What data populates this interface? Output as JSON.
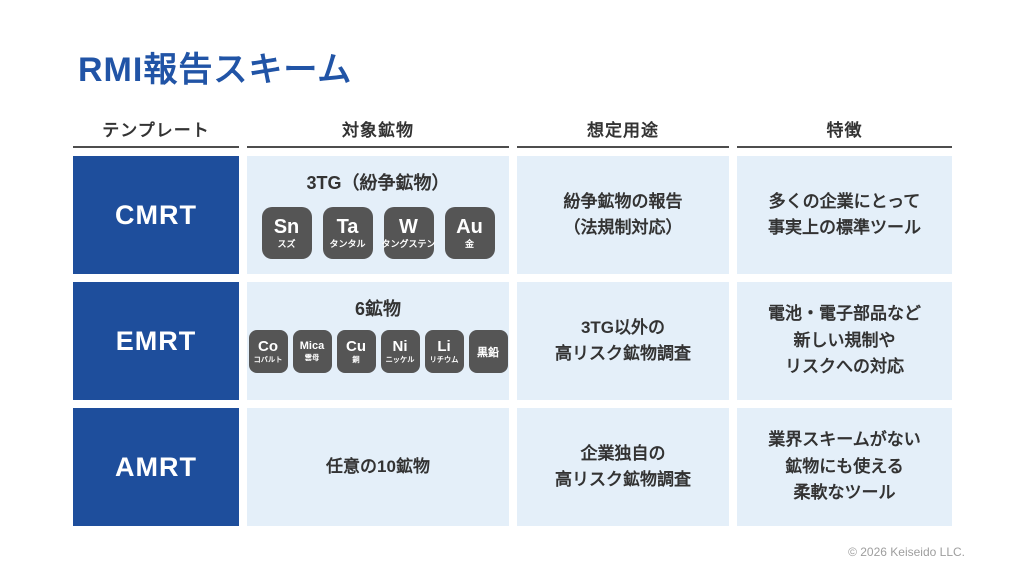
{
  "title": "RMI報告スキーム",
  "footer": "© 2026 Keiseido LLC.",
  "colors": {
    "title_blue": "#2154a6",
    "template_box_blue": "#1e4e9c",
    "cell_light_blue": "#e4eff9",
    "tile_gray": "#555555",
    "header_underline": "#4d4d4d",
    "body_text": "#333333",
    "footer_gray": "#9e9e9e"
  },
  "table": {
    "headers": [
      "テンプレート",
      "対象鉱物",
      "想定用途",
      "特徴"
    ],
    "rows": [
      {
        "template": "CMRT",
        "minerals_title": "3TG（紛争鉱物）",
        "tiles": [
          {
            "symbol": "Sn",
            "label": "スズ"
          },
          {
            "symbol": "Ta",
            "label": "タンタル"
          },
          {
            "symbol": "W",
            "label": "タングステン"
          },
          {
            "symbol": "Au",
            "label": "金"
          }
        ],
        "use": "紛争鉱物の報告\n（法規制対応）",
        "feature": "多くの企業にとって\n事実上の標準ツール"
      },
      {
        "template": "EMRT",
        "minerals_title": "6鉱物",
        "tiles": [
          {
            "symbol": "Co",
            "label": "コバルト"
          },
          {
            "symbol": "Mica",
            "label": "雲母"
          },
          {
            "symbol": "Cu",
            "label": "銅"
          },
          {
            "symbol": "Ni",
            "label": "ニッケル"
          },
          {
            "symbol": "Li",
            "label": "リチウム"
          },
          {
            "symbol": "黒鉛",
            "label": ""
          }
        ],
        "use": "3TG以外の\n高リスク鉱物調査",
        "feature": "電池・電子部品など\n新しい規制や\nリスクへの対応"
      },
      {
        "template": "AMRT",
        "minerals_text": "任意の10鉱物",
        "use": "企業独自の\n高リスク鉱物調査",
        "feature": "業界スキームがない\n鉱物にも使える\n柔軟なツール"
      }
    ]
  }
}
